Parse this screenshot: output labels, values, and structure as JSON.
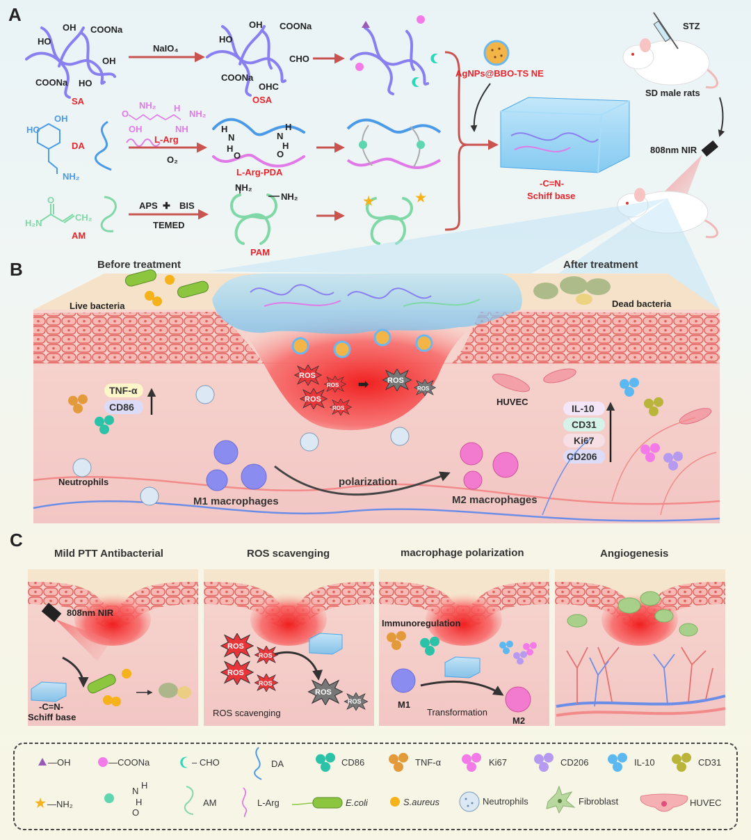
{
  "panel_labels": {
    "a": "A",
    "b": "B",
    "c": "C"
  },
  "colors": {
    "arrow": "#c9534f",
    "label_red": "#e8232a",
    "sa_polymer": "#8a7ff0",
    "da": "#4a9ae8",
    "l_arg": "#e07ae8",
    "am": "#7fd8a6",
    "cd86": "#2cc2a8",
    "tnf": "#e39a3a",
    "ki67": "#f27be8",
    "cd206": "#b59af0",
    "il10": "#5cb8f0",
    "cd31": "#b8b53a"
  },
  "panel_a": {
    "sa_label": "SA",
    "sa_groups": [
      "OH",
      "COONa",
      "HO",
      "OH",
      "COONa",
      "HO"
    ],
    "naio4": "NaIO₄",
    "osa_label": "OSA",
    "osa_groups": [
      "OH",
      "COONa",
      "HO",
      "CHO",
      "COONa",
      "OHC"
    ],
    "da_label": "DA",
    "da_groups": [
      "HO",
      "OH",
      "NH₂"
    ],
    "l_arg_groups": [
      "NH₂",
      "H",
      "NH₂",
      "O",
      "OH",
      "NH"
    ],
    "l_arg_label": "L-Arg",
    "o2": "O₂",
    "pda_groups": [
      "H",
      "N",
      "H",
      "O",
      "H",
      "N",
      "H",
      "O"
    ],
    "l_arg_pda_label": "L-Arg-PDA",
    "am_label": "AM",
    "am_groups": [
      "O",
      "H₂N",
      "CH₂"
    ],
    "aps": "APS",
    "plus": "✚",
    "bis": "BIS",
    "temed": "TEMED",
    "pam_groups": [
      "NH₂",
      "NH₂"
    ],
    "pam_label": "PAM",
    "agnps_label": "AgNPs@BBO-TS NE",
    "schiff_bond": "-C=N-",
    "schiff_label": "Schiff base",
    "stz": "STZ",
    "rats_label": "SD male rats",
    "nir": "808nm NIR"
  },
  "panel_b": {
    "before": "Before treatment",
    "after": "After treatment",
    "live_bacteria": "Live bacteria",
    "dead_bacteria": "Dead bacteria",
    "tnf": "TNF-α",
    "cd86": "CD86",
    "markers": [
      "IL-10",
      "CD31",
      "Ki67",
      "CD206"
    ],
    "huvec": "HUVEC",
    "neutrophils": "Neutrophils",
    "m1": "M1 macrophages",
    "m2": "M2 macrophages",
    "polarization": "polarization",
    "ros": "ROS"
  },
  "panel_c": {
    "titles": [
      "Mild PTT Antibacterial",
      "ROS scavenging",
      "macrophage polarization",
      "Angiogenesis"
    ],
    "nir": "808nm NIR",
    "schiff_bond": "-C=N-",
    "schiff_label": "Schiff base",
    "ros": "ROS",
    "ros_scavenging": "ROS scavenging",
    "immunoregulation": "Immunoregulation",
    "m1": "M1",
    "transformation": "Transformation",
    "m2": "M2"
  },
  "legend": {
    "oh": "—OH",
    "coona": "—COONa",
    "cho": "– CHO",
    "da": "DA",
    "cd86": "CD86",
    "tnf": "TNF-α",
    "ki67": "Ki67",
    "cd206": "CD206",
    "il10": "IL-10",
    "cd31": "CD31",
    "nh2": "—NH₂",
    "hbond_atoms": [
      "N",
      "H",
      "H",
      "O"
    ],
    "am": "AM",
    "l_arg": "L-Arg",
    "ecoli": "E.coli",
    "saureus": "S.aureus",
    "neutrophils": "Neutrophils",
    "fibroblast": "Fibroblast",
    "huvec": "HUVEC"
  }
}
